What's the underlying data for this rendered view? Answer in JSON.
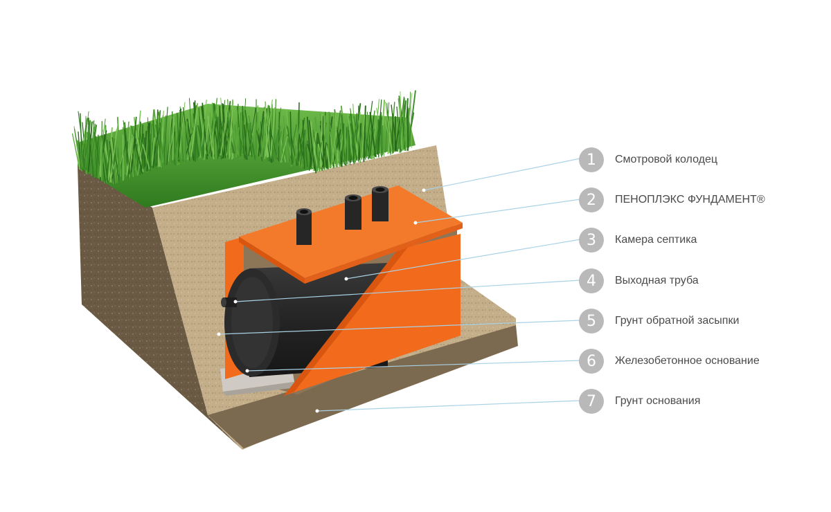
{
  "legend": {
    "items": [
      {
        "number": "1",
        "label": "Смотровой колодец"
      },
      {
        "number": "2",
        "label": "ПЕНОПЛЭКС ФУНДАМЕНТ®"
      },
      {
        "number": "3",
        "label": "Камера септика"
      },
      {
        "number": "4",
        "label": "Выходная труба"
      },
      {
        "number": "5",
        "label": "Грунт обратной засыпки"
      },
      {
        "number": "6",
        "label": "Железобетонное основание"
      },
      {
        "number": "7",
        "label": "Грунт основания"
      }
    ]
  },
  "colors": {
    "grass": "#3f8f2a",
    "soil_dark": "#6b5a43",
    "soil_light": "#c4ae8a",
    "insulation_orange": "#f26a1b",
    "tank_black": "#262626",
    "concrete": "#cfcbc4",
    "badge_gray": "#b9b9b9",
    "leader_line": "#a9d2e6"
  }
}
